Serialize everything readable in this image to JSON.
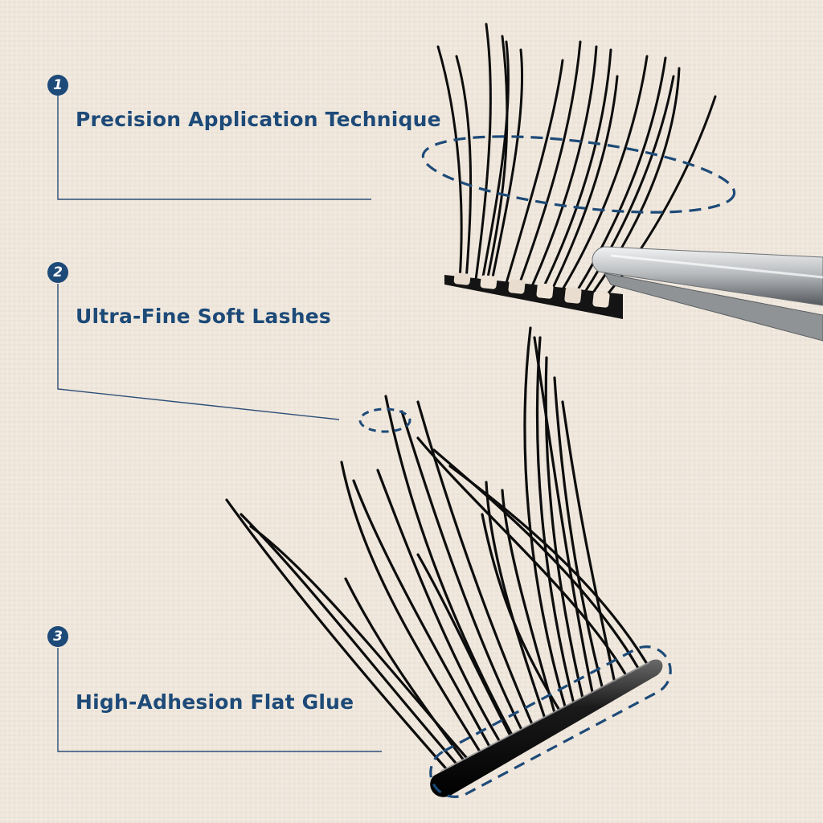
{
  "theme": {
    "accent": "#1d4a78",
    "leader_line": "#2d4f78",
    "background": "#efe7dc",
    "lash": "#0d0d0d",
    "band_light": "#e9ddcf",
    "band_dark": "#4a3f34",
    "tweezer_light": "#d7d9db",
    "tweezer_dark": "#54585c"
  },
  "features": [
    {
      "number": "1",
      "title": "Precision Application Technique"
    },
    {
      "number": "2",
      "title": "Ultra-Fine Soft Lashes"
    },
    {
      "number": "3",
      "title": "High-Adhesion Flat Glue"
    }
  ],
  "illustrations": {
    "top": [
      "lash-cluster-icon",
      "tweezers-icon"
    ],
    "bottom": [
      "lash-cluster-icon",
      "flat-glue-band-icon"
    ]
  }
}
